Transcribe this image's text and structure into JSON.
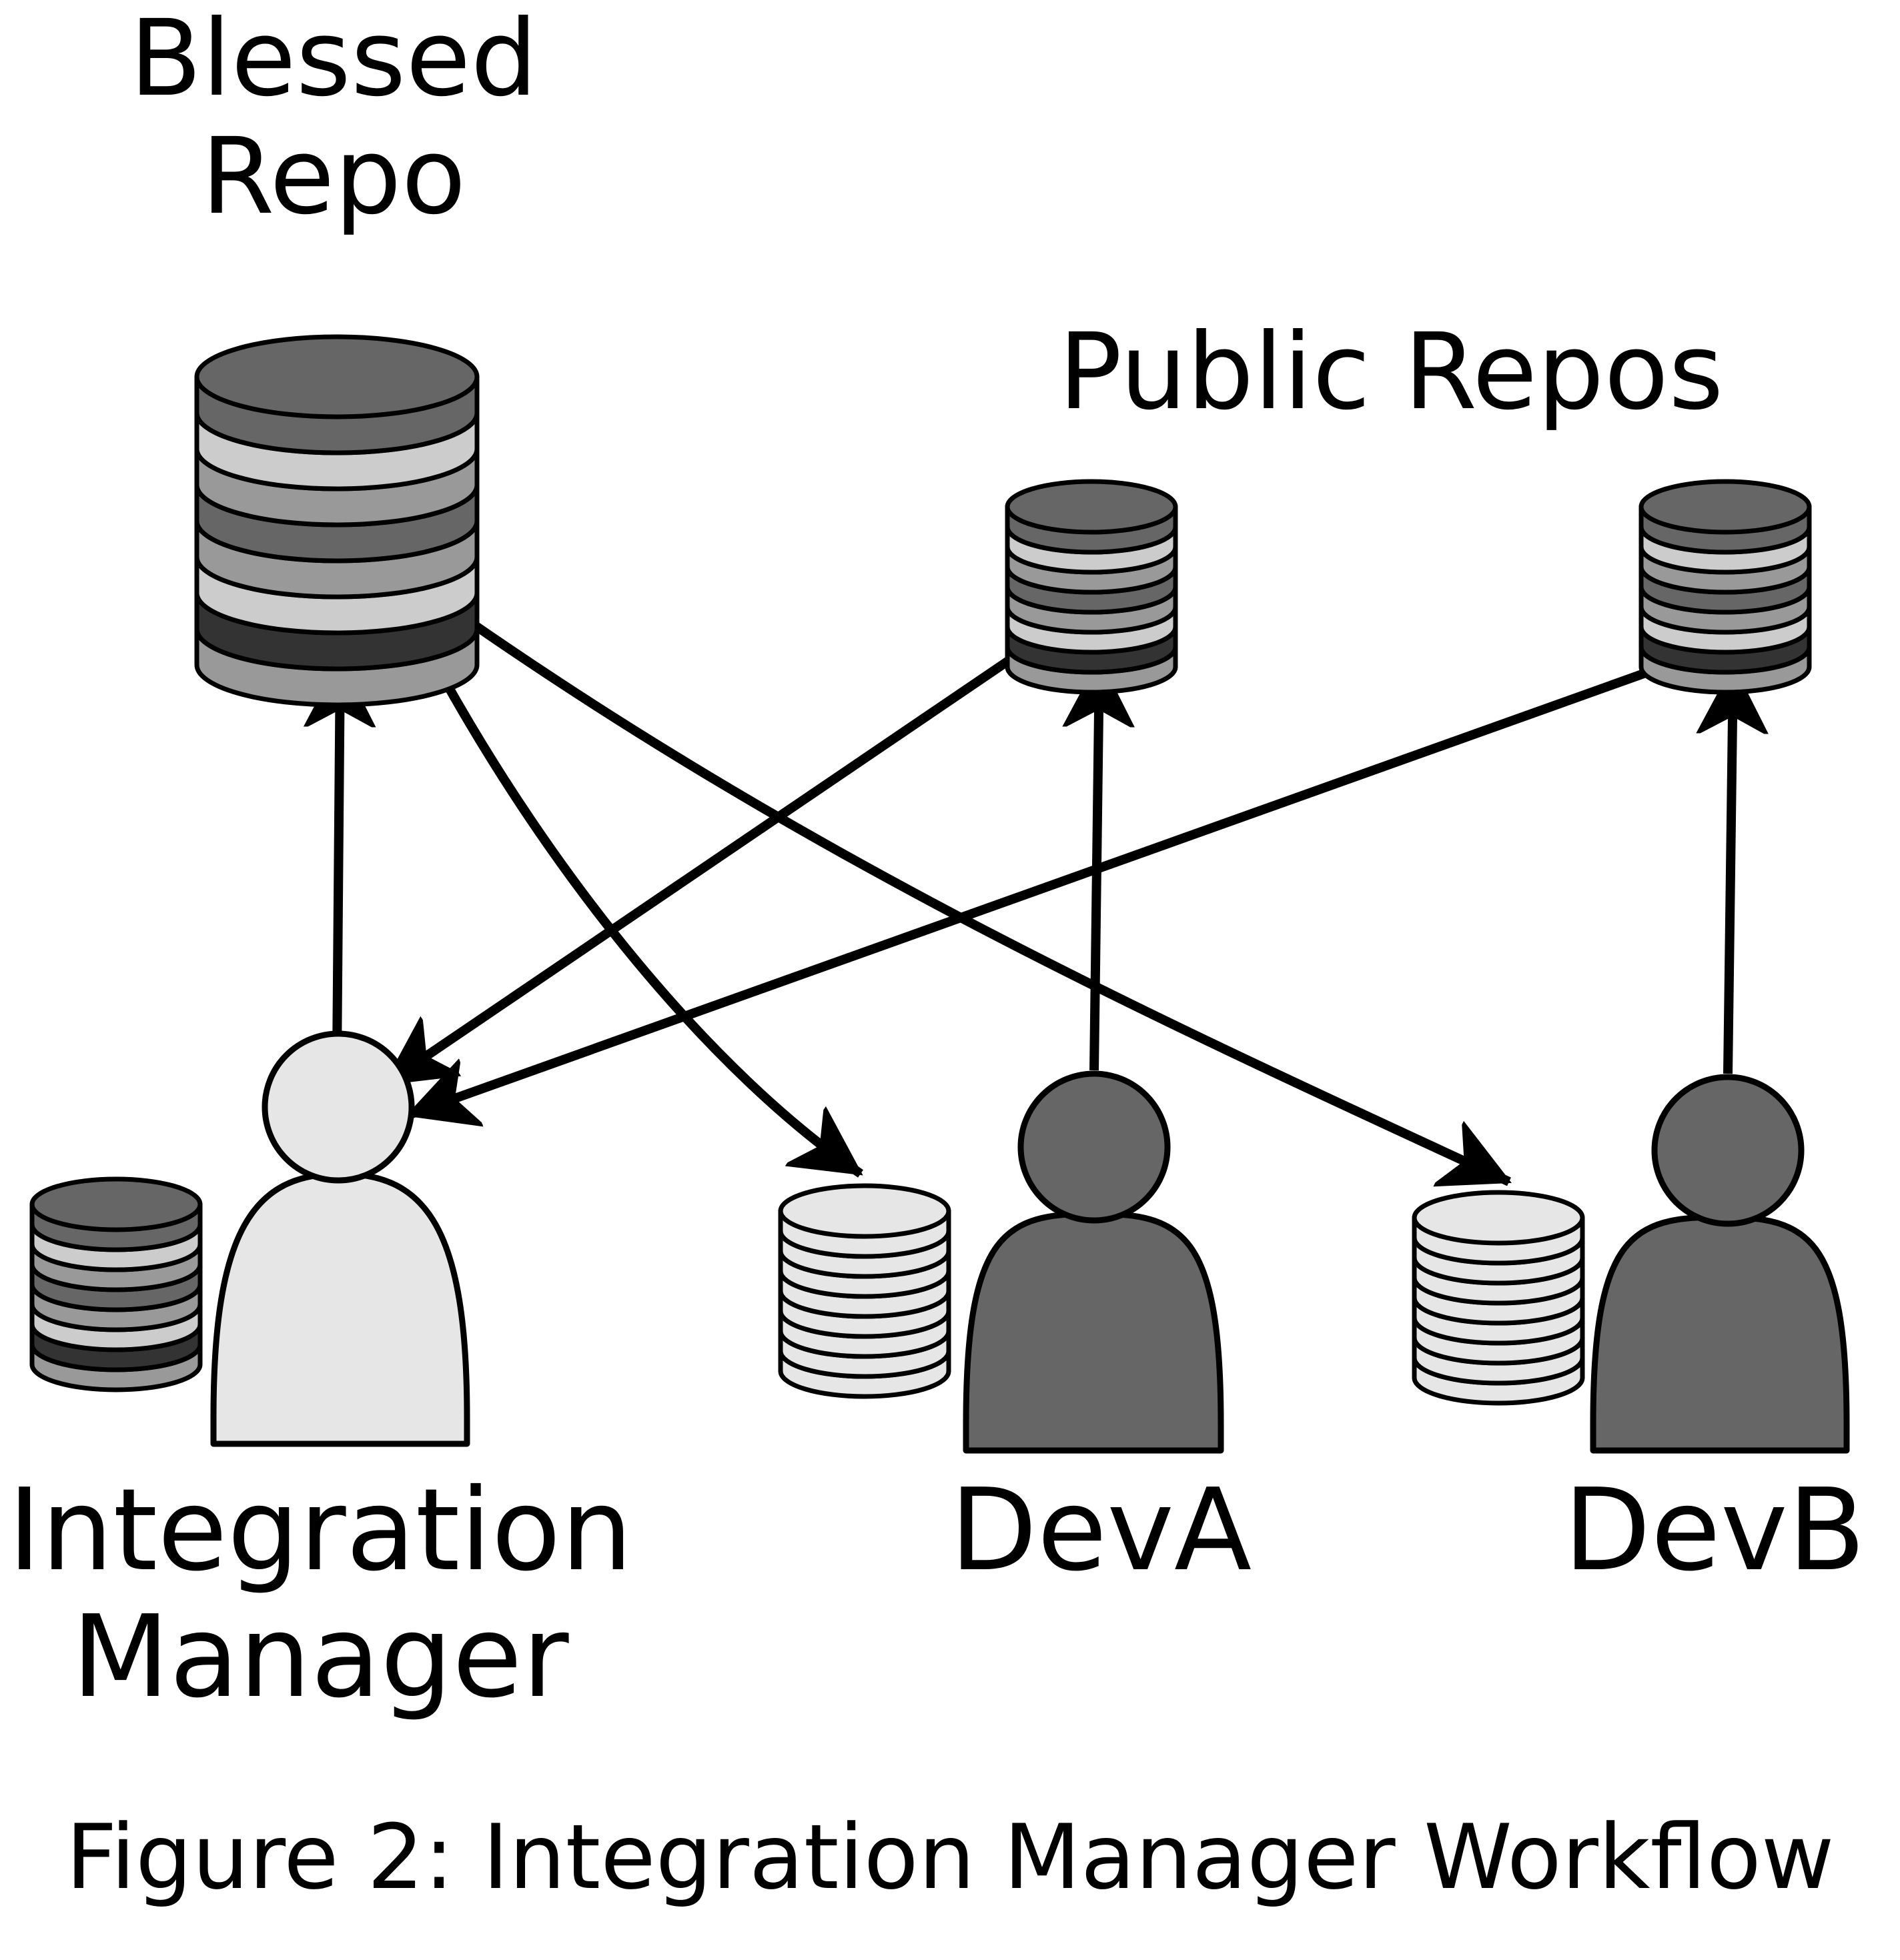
{
  "labels": {
    "blessed_repo": [
      "Blessed",
      "Repo"
    ],
    "public_repos": "Public Repos",
    "integration_manager": [
      "Integration",
      "Manager"
    ],
    "dev_a": "DevA",
    "dev_b": "DevB"
  },
  "caption": "Figure 2: Integration Manager Workflow",
  "colors": {
    "outline": "#000000",
    "dark": "#666666",
    "darker": "#333333",
    "mid": "#999999",
    "light": "#cccccc",
    "lightest": "#e6e6e6"
  },
  "nodes": {
    "blessed_repo": {
      "type": "repository",
      "icon": "database-stack-icon",
      "shading": [
        "dark",
        "light",
        "mid",
        "dark",
        "mid",
        "light",
        "darker",
        "mid"
      ]
    },
    "public_repo_a": {
      "type": "repository",
      "icon": "database-stack-icon",
      "shading": [
        "dark",
        "light",
        "mid",
        "dark",
        "mid",
        "light",
        "darker",
        "mid"
      ]
    },
    "public_repo_b": {
      "type": "repository",
      "icon": "database-stack-icon",
      "shading": [
        "dark",
        "light",
        "mid",
        "dark",
        "mid",
        "light",
        "darker",
        "mid"
      ]
    },
    "integration_manager_repo": {
      "type": "repository",
      "icon": "database-stack-icon",
      "shading": [
        "dark",
        "light",
        "mid",
        "dark",
        "mid",
        "light",
        "darker",
        "mid"
      ]
    },
    "dev_a_repo": {
      "type": "repository",
      "icon": "database-stack-icon",
      "shading": [
        "lightest",
        "lightest",
        "lightest",
        "lightest",
        "lightest",
        "lightest",
        "lightest",
        "lightest"
      ]
    },
    "dev_b_repo": {
      "type": "repository",
      "icon": "database-stack-icon",
      "shading": [
        "lightest",
        "lightest",
        "lightest",
        "lightest",
        "lightest",
        "lightest",
        "lightest",
        "lightest"
      ]
    },
    "integration_manager": {
      "type": "person",
      "icon": "person-icon",
      "shade": "lightest"
    },
    "dev_a": {
      "type": "person",
      "icon": "person-icon",
      "shade": "dark"
    },
    "dev_b": {
      "type": "person",
      "icon": "person-icon",
      "shade": "dark"
    }
  },
  "edges": [
    {
      "from": "integration_manager",
      "to": "blessed_repo"
    },
    {
      "from": "dev_a",
      "to": "public_repo_a"
    },
    {
      "from": "dev_b",
      "to": "public_repo_b"
    },
    {
      "from": "public_repo_a",
      "to": "integration_manager"
    },
    {
      "from": "public_repo_b",
      "to": "integration_manager"
    },
    {
      "from": "blessed_repo",
      "to": "dev_a_repo"
    },
    {
      "from": "blessed_repo",
      "to": "dev_b_repo"
    }
  ]
}
